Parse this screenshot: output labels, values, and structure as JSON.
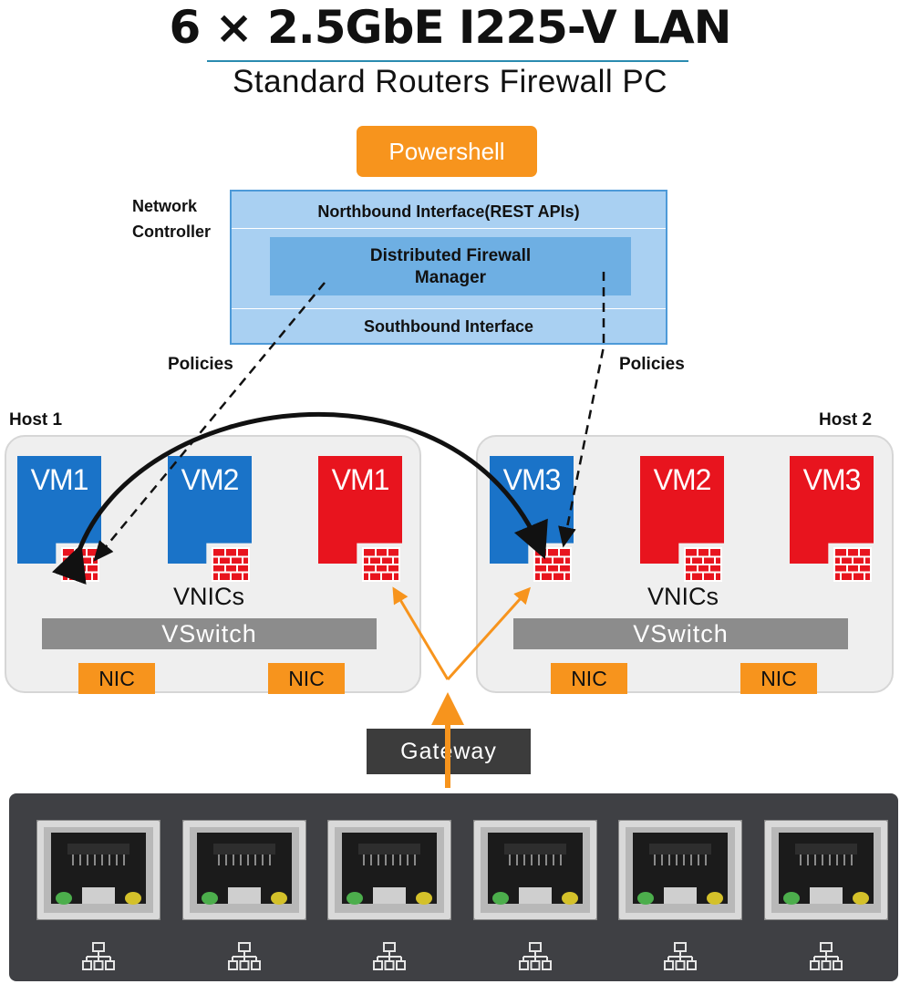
{
  "header": {
    "title": "6 × 2.5GbE I225-V LAN",
    "subtitle": "Standard Routers Firewall PC"
  },
  "diagram": {
    "powershell_label": "Powershell",
    "controller": {
      "label_line1": "Network",
      "label_line2": "Controller",
      "northbound": "Northbound Interface(REST APIs)",
      "dfm_line1": "Distributed Firewall",
      "dfm_line2": "Manager",
      "southbound": "Southbound Interface"
    },
    "policies_left": "Policies",
    "policies_right": "Policies",
    "host1": {
      "label": "Host 1",
      "vms": [
        {
          "label": "VM1",
          "color": "#1a73c8"
        },
        {
          "label": "VM2",
          "color": "#1a73c8"
        },
        {
          "label": "VM1",
          "color": "#e8141e"
        }
      ],
      "vnics": "VNICs",
      "vswitch": "VSwitch",
      "nics": [
        "NIC",
        "NIC"
      ]
    },
    "host2": {
      "label": "Host 2",
      "vms": [
        {
          "label": "VM3",
          "color": "#1a73c8"
        },
        {
          "label": "VM2",
          "color": "#e8141e"
        },
        {
          "label": "VM3",
          "color": "#e8141e"
        }
      ],
      "vnics": "VNICs",
      "vswitch": "VSwitch",
      "nics": [
        "NIC",
        "NIC"
      ]
    },
    "gateway": "Gateway"
  },
  "lan_panel": {
    "ports": [
      {
        "icon": "ethernet-port"
      },
      {
        "icon": "ethernet-port"
      },
      {
        "icon": "ethernet-port"
      },
      {
        "icon": "ethernet-port"
      },
      {
        "icon": "ethernet-port"
      },
      {
        "icon": "ethernet-port"
      }
    ],
    "network_icon": "network-icon"
  },
  "colors": {
    "accent_orange": "#f7941d",
    "vm_blue": "#1a73c8",
    "vm_red": "#e8141e",
    "controller_blue": "#a9d0f2"
  }
}
